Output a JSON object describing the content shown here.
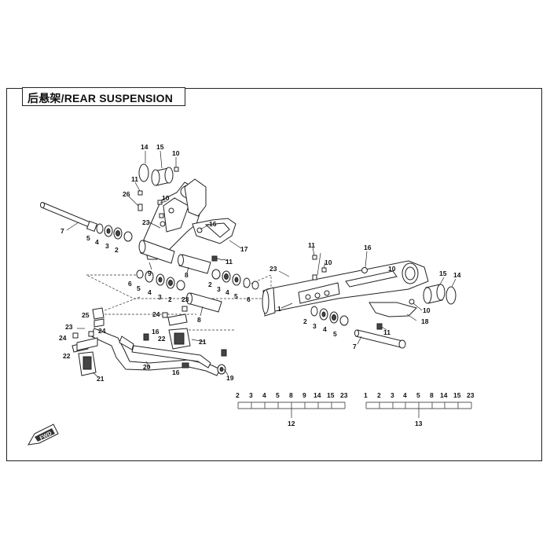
{
  "title": "后悬架/REAR SUSPENSION",
  "fwd_label": "FWD",
  "callouts": [
    {
      "id": "c14a",
      "text": "14"
    },
    {
      "id": "c15a",
      "text": "15"
    },
    {
      "id": "c10a",
      "text": "10"
    },
    {
      "id": "c11a",
      "text": "11"
    },
    {
      "id": "c26",
      "text": "26"
    },
    {
      "id": "c10b",
      "text": "10"
    },
    {
      "id": "c7a",
      "text": "7"
    },
    {
      "id": "c23a",
      "text": "23"
    },
    {
      "id": "c16a",
      "text": "16"
    },
    {
      "id": "c17",
      "text": "17"
    },
    {
      "id": "c5a",
      "text": "5"
    },
    {
      "id": "c4a",
      "text": "4"
    },
    {
      "id": "c3a",
      "text": "3"
    },
    {
      "id": "c2a",
      "text": "2"
    },
    {
      "id": "c9",
      "text": "9"
    },
    {
      "id": "c11b",
      "text": "11"
    },
    {
      "id": "c8a",
      "text": "8"
    },
    {
      "id": "c6a",
      "text": "6"
    },
    {
      "id": "c5b",
      "text": "5"
    },
    {
      "id": "c4b",
      "text": "4"
    },
    {
      "id": "c3b",
      "text": "3"
    },
    {
      "id": "c2b",
      "text": "2"
    },
    {
      "id": "c23b",
      "text": "23"
    },
    {
      "id": "c2c",
      "text": "2"
    },
    {
      "id": "c3c",
      "text": "3"
    },
    {
      "id": "c4c",
      "text": "4"
    },
    {
      "id": "c5c",
      "text": "5"
    },
    {
      "id": "c6b",
      "text": "6"
    },
    {
      "id": "c8b",
      "text": "8"
    },
    {
      "id": "c25",
      "text": "25"
    },
    {
      "id": "c23c",
      "text": "23"
    },
    {
      "id": "c24a",
      "text": "24"
    },
    {
      "id": "c24b",
      "text": "24"
    },
    {
      "id": "c24c",
      "text": "24"
    },
    {
      "id": "c22a",
      "text": "22"
    },
    {
      "id": "c21a",
      "text": "21"
    },
    {
      "id": "c16b",
      "text": "16"
    },
    {
      "id": "c22b",
      "text": "22"
    },
    {
      "id": "c21b",
      "text": "21"
    },
    {
      "id": "c20",
      "text": "20"
    },
    {
      "id": "c16c",
      "text": "16"
    },
    {
      "id": "c19",
      "text": "19"
    },
    {
      "id": "c23d",
      "text": "23"
    },
    {
      "id": "c11c",
      "text": "11"
    },
    {
      "id": "c10c",
      "text": "10"
    },
    {
      "id": "c16d",
      "text": "16"
    },
    {
      "id": "c10d",
      "text": "10"
    },
    {
      "id": "c15b",
      "text": "15"
    },
    {
      "id": "c14b",
      "text": "14"
    },
    {
      "id": "c1",
      "text": "1"
    },
    {
      "id": "c2d",
      "text": "2"
    },
    {
      "id": "c3d",
      "text": "3"
    },
    {
      "id": "c4d",
      "text": "4"
    },
    {
      "id": "c5d",
      "text": "5"
    },
    {
      "id": "c10e",
      "text": "10"
    },
    {
      "id": "c18",
      "text": "18"
    },
    {
      "id": "c11d",
      "text": "11"
    },
    {
      "id": "c7b",
      "text": "7"
    }
  ],
  "kits": [
    {
      "id": "kit12",
      "label": "12",
      "items": [
        "2",
        "3",
        "4",
        "5",
        "8",
        "9",
        "14",
        "15",
        "23"
      ]
    },
    {
      "id": "kit13",
      "label": "13",
      "items": [
        "1",
        "2",
        "3",
        "4",
        "5",
        "8",
        "14",
        "15",
        "23"
      ]
    }
  ]
}
